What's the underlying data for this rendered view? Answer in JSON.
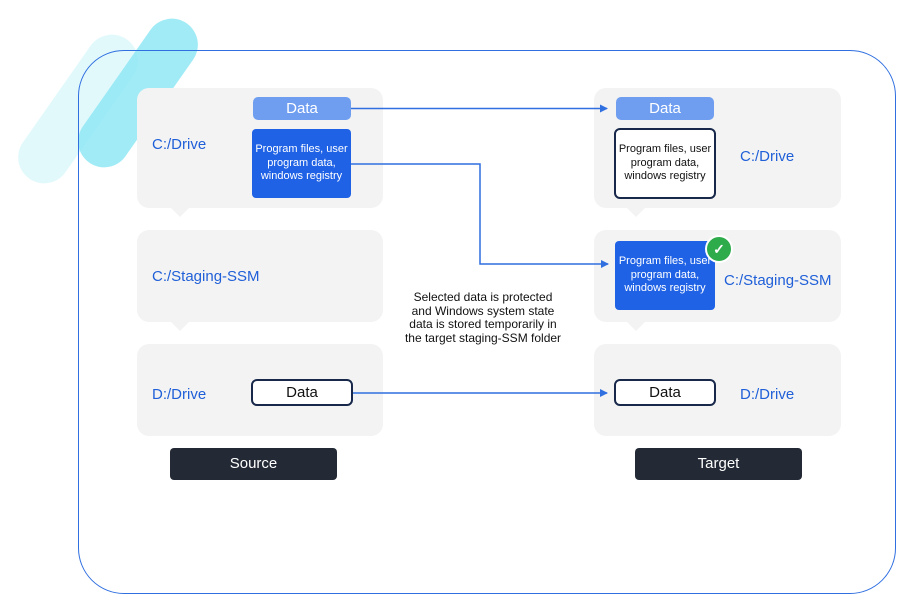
{
  "source": {
    "c_drive_label": "C:/Drive",
    "staging_label": "C:/Staging-SSM",
    "d_drive_label": "D:/Drive",
    "data_pill": "Data",
    "program_box": "Program files, user program data, windows registry",
    "d_data_pill": "Data",
    "footer_button": "Source"
  },
  "target": {
    "c_drive_label": "C:/Drive",
    "staging_label": "C:/Staging-SSM",
    "d_drive_label": "D:/Drive",
    "data_pill": "Data",
    "program_box": "Program files, user program data, windows registry",
    "staging_program_box": "Program files, user program data, windows registry",
    "d_data_pill": "Data",
    "footer_button": "Target"
  },
  "caption": "Selected data is protected and Windows system state data is stored temporarily in the target staging-SSM folder",
  "colors": {
    "accent_blue": "#1f62e6",
    "light_blue": "#6f9ef0",
    "panel_gray": "#f3f3f3",
    "dark_button": "#232a36",
    "check_green": "#2eab4b",
    "decor_cyan": "#8fe8f5"
  },
  "icons": {
    "verified": "check-circle-icon"
  }
}
